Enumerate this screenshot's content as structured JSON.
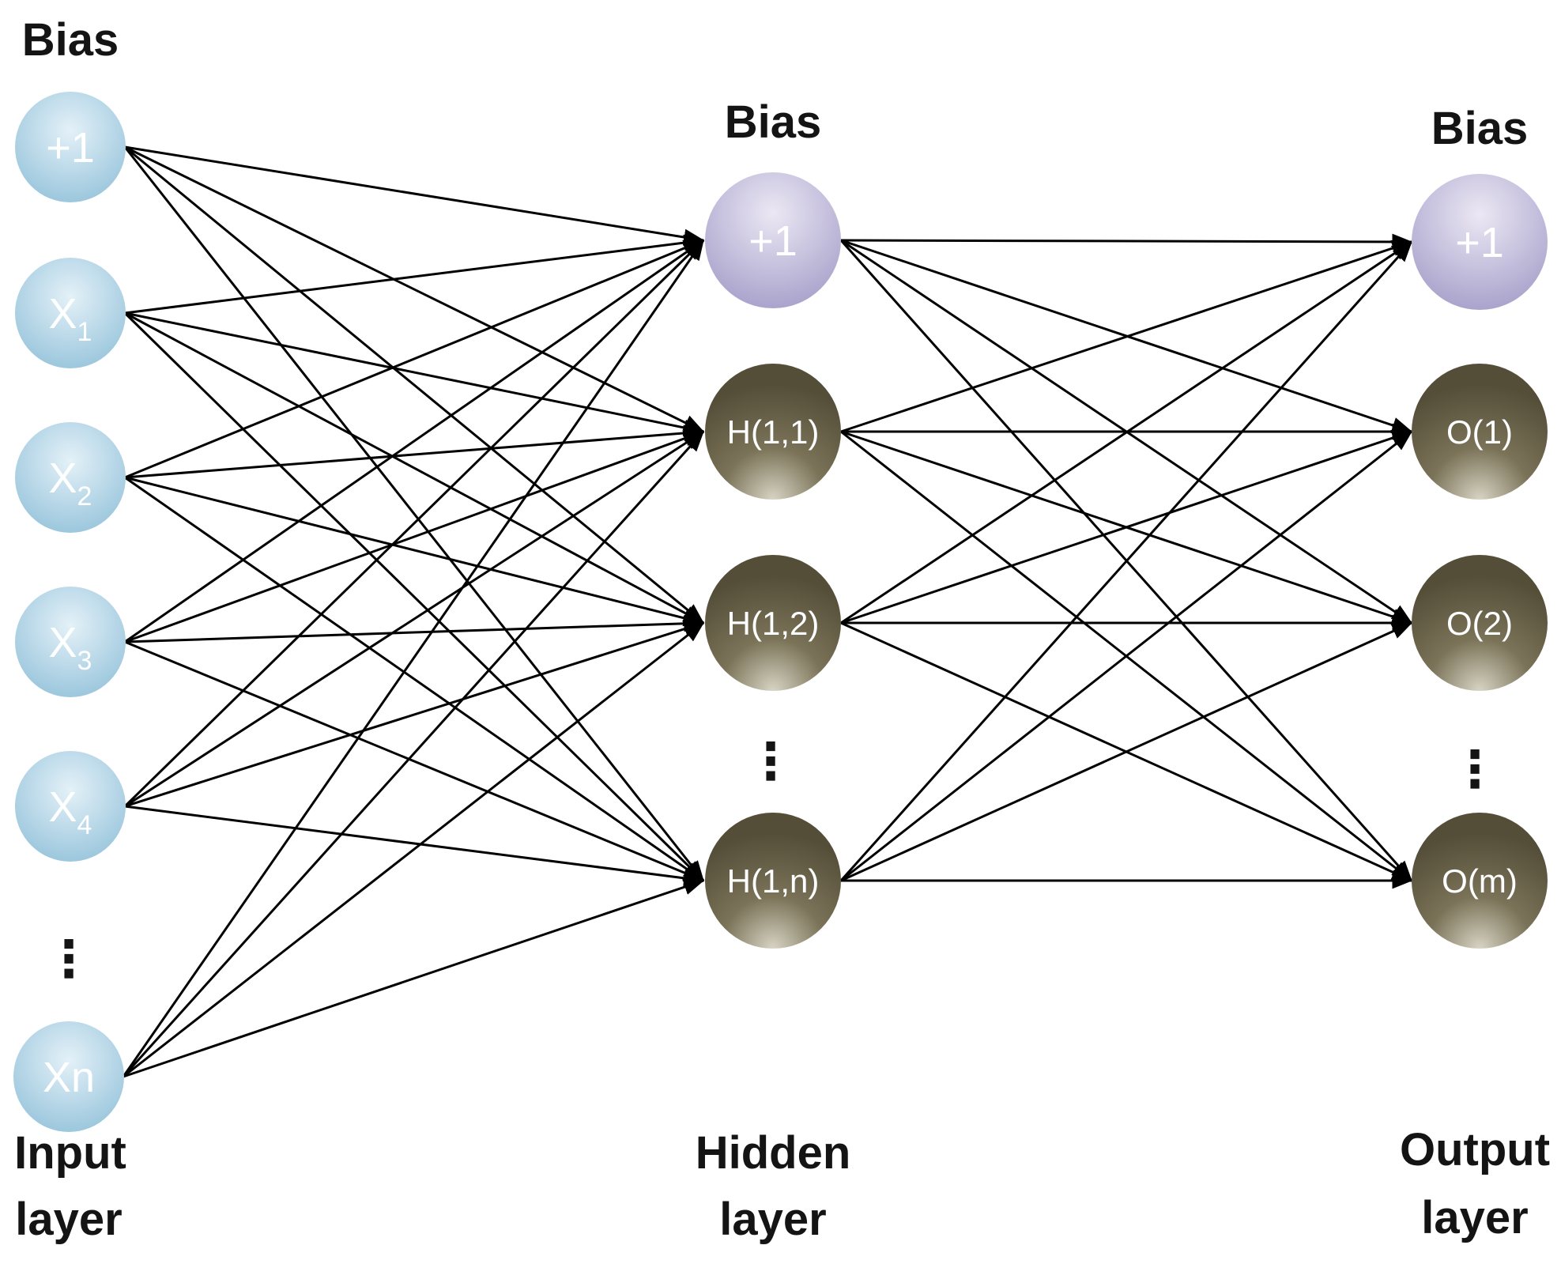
{
  "input_layer": {
    "bias_heading": "Bias",
    "label_line1": "Input",
    "label_line2": "layer",
    "nodes": [
      {
        "main": "+1",
        "sub": ""
      },
      {
        "main": "X",
        "sub": "1"
      },
      {
        "main": "X",
        "sub": "2"
      },
      {
        "main": "X",
        "sub": "3"
      },
      {
        "main": "X",
        "sub": "4"
      },
      {
        "main": "Xn",
        "sub": ""
      }
    ],
    "ellipsis": "⋮"
  },
  "hidden_layer": {
    "bias_heading": "Bias",
    "label_line1": "Hidden",
    "label_line2": "layer",
    "nodes": [
      "+1",
      "H(1,1)",
      "H(1,2)",
      "H(1,n)"
    ],
    "ellipsis": "⋮"
  },
  "output_layer": {
    "bias_heading": "Bias",
    "label_line1": "Output",
    "label_line2": "layer",
    "nodes": [
      "+1",
      "O(1)",
      "O(2)",
      "O(m)"
    ],
    "ellipsis": "⋮"
  },
  "colors": {
    "input_node": "#a9cfe2",
    "bias_node": "#b4aed2",
    "neuron_node": "#615a44",
    "edge": "#000000"
  }
}
